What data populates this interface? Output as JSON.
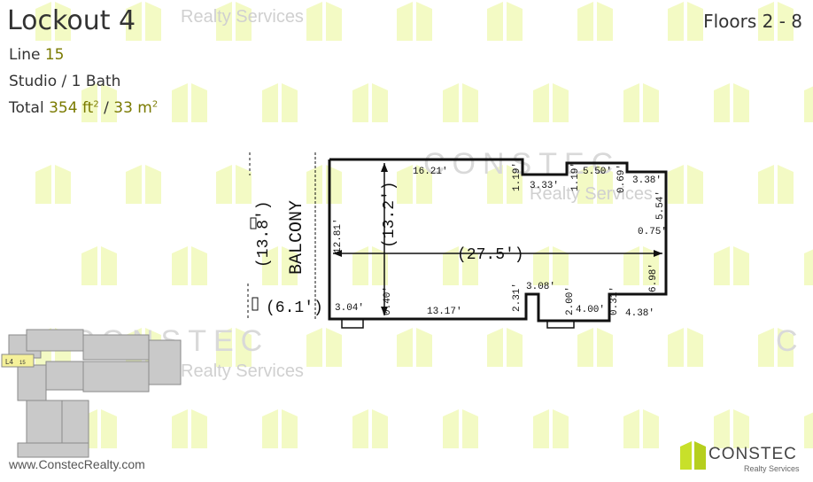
{
  "unit": {
    "title": "Lockout 4",
    "floors": "Floors 2 - 8",
    "line_label": "Line",
    "line_value": "15",
    "type": "Studio / 1 Bath",
    "total_label": "Total",
    "area_sqft": "354",
    "area_ft_unit": "ft",
    "area_sep": "/",
    "area_sqm": "33",
    "area_m_unit": "m",
    "superscript": "2"
  },
  "watermarks": {
    "realty_top": "Realty Services",
    "constec_mid": "CONSTEC",
    "realty_mid": "Realty Services",
    "constec_left": "CONSTEC",
    "realty_left": "Realty Services",
    "constec_right": "C"
  },
  "plan": {
    "balcony": "BALCONY",
    "dim_13_8": "(13.8')",
    "dim_6_1": "(6.1')",
    "dim_13_2": "(13.2')",
    "dim_27_5": "(27.5')",
    "dim_16_21": "16.21'",
    "dim_1_19a": "1.19'",
    "dim_3_33": "3.33'",
    "dim_1_19b": "1.19'",
    "dim_5_50": "5.50'",
    "dim_0_69": "0.69'",
    "dim_3_38": "3.38'",
    "dim_5_54": "5.54'",
    "dim_0_75": "0.75'",
    "dim_12_81": "12.81'",
    "dim_6_98": "6.98'",
    "dim_3_08": "3.08'",
    "dim_2_31": "2.31'",
    "dim_2_00": "2.00'",
    "dim_0_31": "0.31'",
    "dim_4_00": "4.00'",
    "dim_4_38": "4.38'",
    "dim_13_17": "13.17'",
    "dim_0_40": "0.40'",
    "dim_3_04": "3.04'"
  },
  "site_plan": {
    "unit_tag": "L4",
    "line_tag": "15"
  },
  "footer": {
    "website": "www.ConstecRealty.com",
    "logo_word": "CONSTEC",
    "logo_sub": "Realty Services"
  },
  "colors": {
    "watermark_yellow": "#f4fbc6",
    "accent_olive": "#7a7a00",
    "logo_green": "#c8e02a"
  }
}
